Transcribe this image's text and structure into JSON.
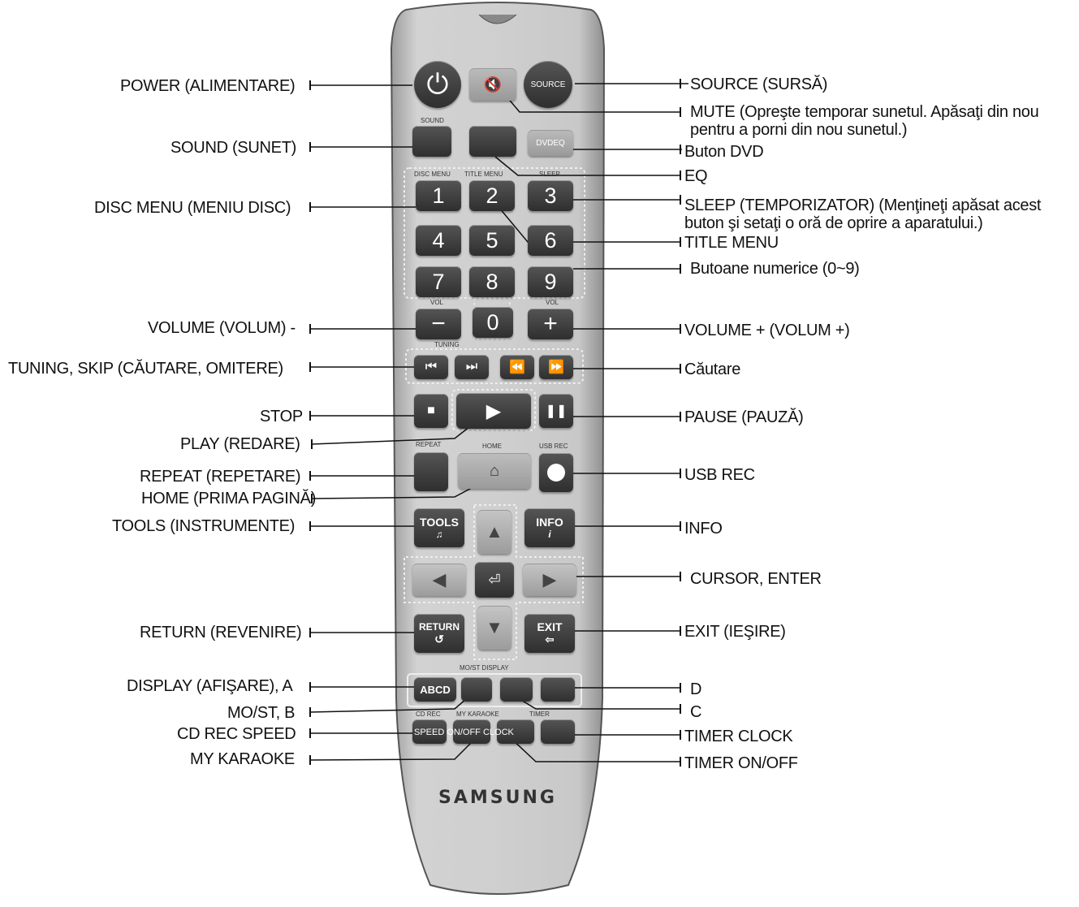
{
  "left_labels": {
    "power": "POWER (ALIMENTARE)",
    "sound": "SOUND (SUNET)",
    "disc_menu": "DISC MENU (MENIU DISC)",
    "volume_minus": "VOLUME (VOLUM) -",
    "tuning_skip": "TUNING, SKIP (CĂUTARE, OMITERE)",
    "stop": "STOP",
    "play": "PLAY (REDARE)",
    "repeat": "REPEAT (REPETARE)",
    "home": "HOME (PRIMA PAGINĂ)",
    "tools": "TOOLS (INSTRUMENTE)",
    "return": "RETURN (REVENIRE)",
    "display_a": "DISPLAY (AFIŞARE), A",
    "most_b": "MO/ST, B",
    "cd_rec_speed": "CD REC SPEED",
    "my_karaoke": "MY KARAOKE"
  },
  "right_labels": {
    "source": "SOURCE (SURSĂ)",
    "mute": "MUTE (Opreşte temporar sunetul. Apăsaţi din nou pentru a porni din nou sunetul.)",
    "dvd": "Buton DVD",
    "eq": "EQ",
    "sleep": "SLEEP (TEMPORIZATOR) (Menţineţi apăsat acest buton şi setaţi o oră de oprire a aparatului.)",
    "title_menu": "TITLE MENU",
    "numeric": "Butoane numerice (0~9)",
    "volume_plus": "VOLUME + (VOLUM +)",
    "search": "Căutare",
    "pause": "PAUSE (PAUZĂ)",
    "usb_rec": "USB REC",
    "info": "INFO",
    "cursor_enter": "CURSOR, ENTER",
    "exit": "EXIT (IEŞIRE)",
    "d": "D",
    "c": "C",
    "timer_clock": "TIMER CLOCK",
    "timer_onoff": "TIMER ON/OFF"
  },
  "remote": {
    "source_btn": "SOURCE",
    "dvdeq_btn": "DVDEQ",
    "sound_caption": "SOUND",
    "disc_menu_caption": "DISC MENU",
    "title_menu_caption": "TITLE MENU",
    "sleep_caption": "SLEEP",
    "digits": [
      "1",
      "2",
      "3",
      "4",
      "5",
      "6",
      "7",
      "8",
      "9",
      "0"
    ],
    "vol_caption": "VOL",
    "tuning_caption": "TUNING",
    "repeat_caption": "REPEAT",
    "home_caption": "HOME",
    "usb_rec_caption": "USB REC",
    "tools_btn": "TOOLS",
    "info_btn": "INFO",
    "return_btn": "RETURN",
    "exit_btn": "EXIT",
    "most_display_caption": "MO/ST DISPLAY",
    "abcd_btn": "ABCD",
    "cd_rec_caption": "CD REC",
    "my_karaoke_caption": "MY KARAOKE",
    "timer_caption": "TIMER",
    "speed_onoff_clock_text": "SPEED ON/OFF CLOCK",
    "brand": "SAMSUNG"
  },
  "colors": {
    "body": "#c9c9c9",
    "button": "#3a3a3a",
    "leader": "#111111"
  }
}
